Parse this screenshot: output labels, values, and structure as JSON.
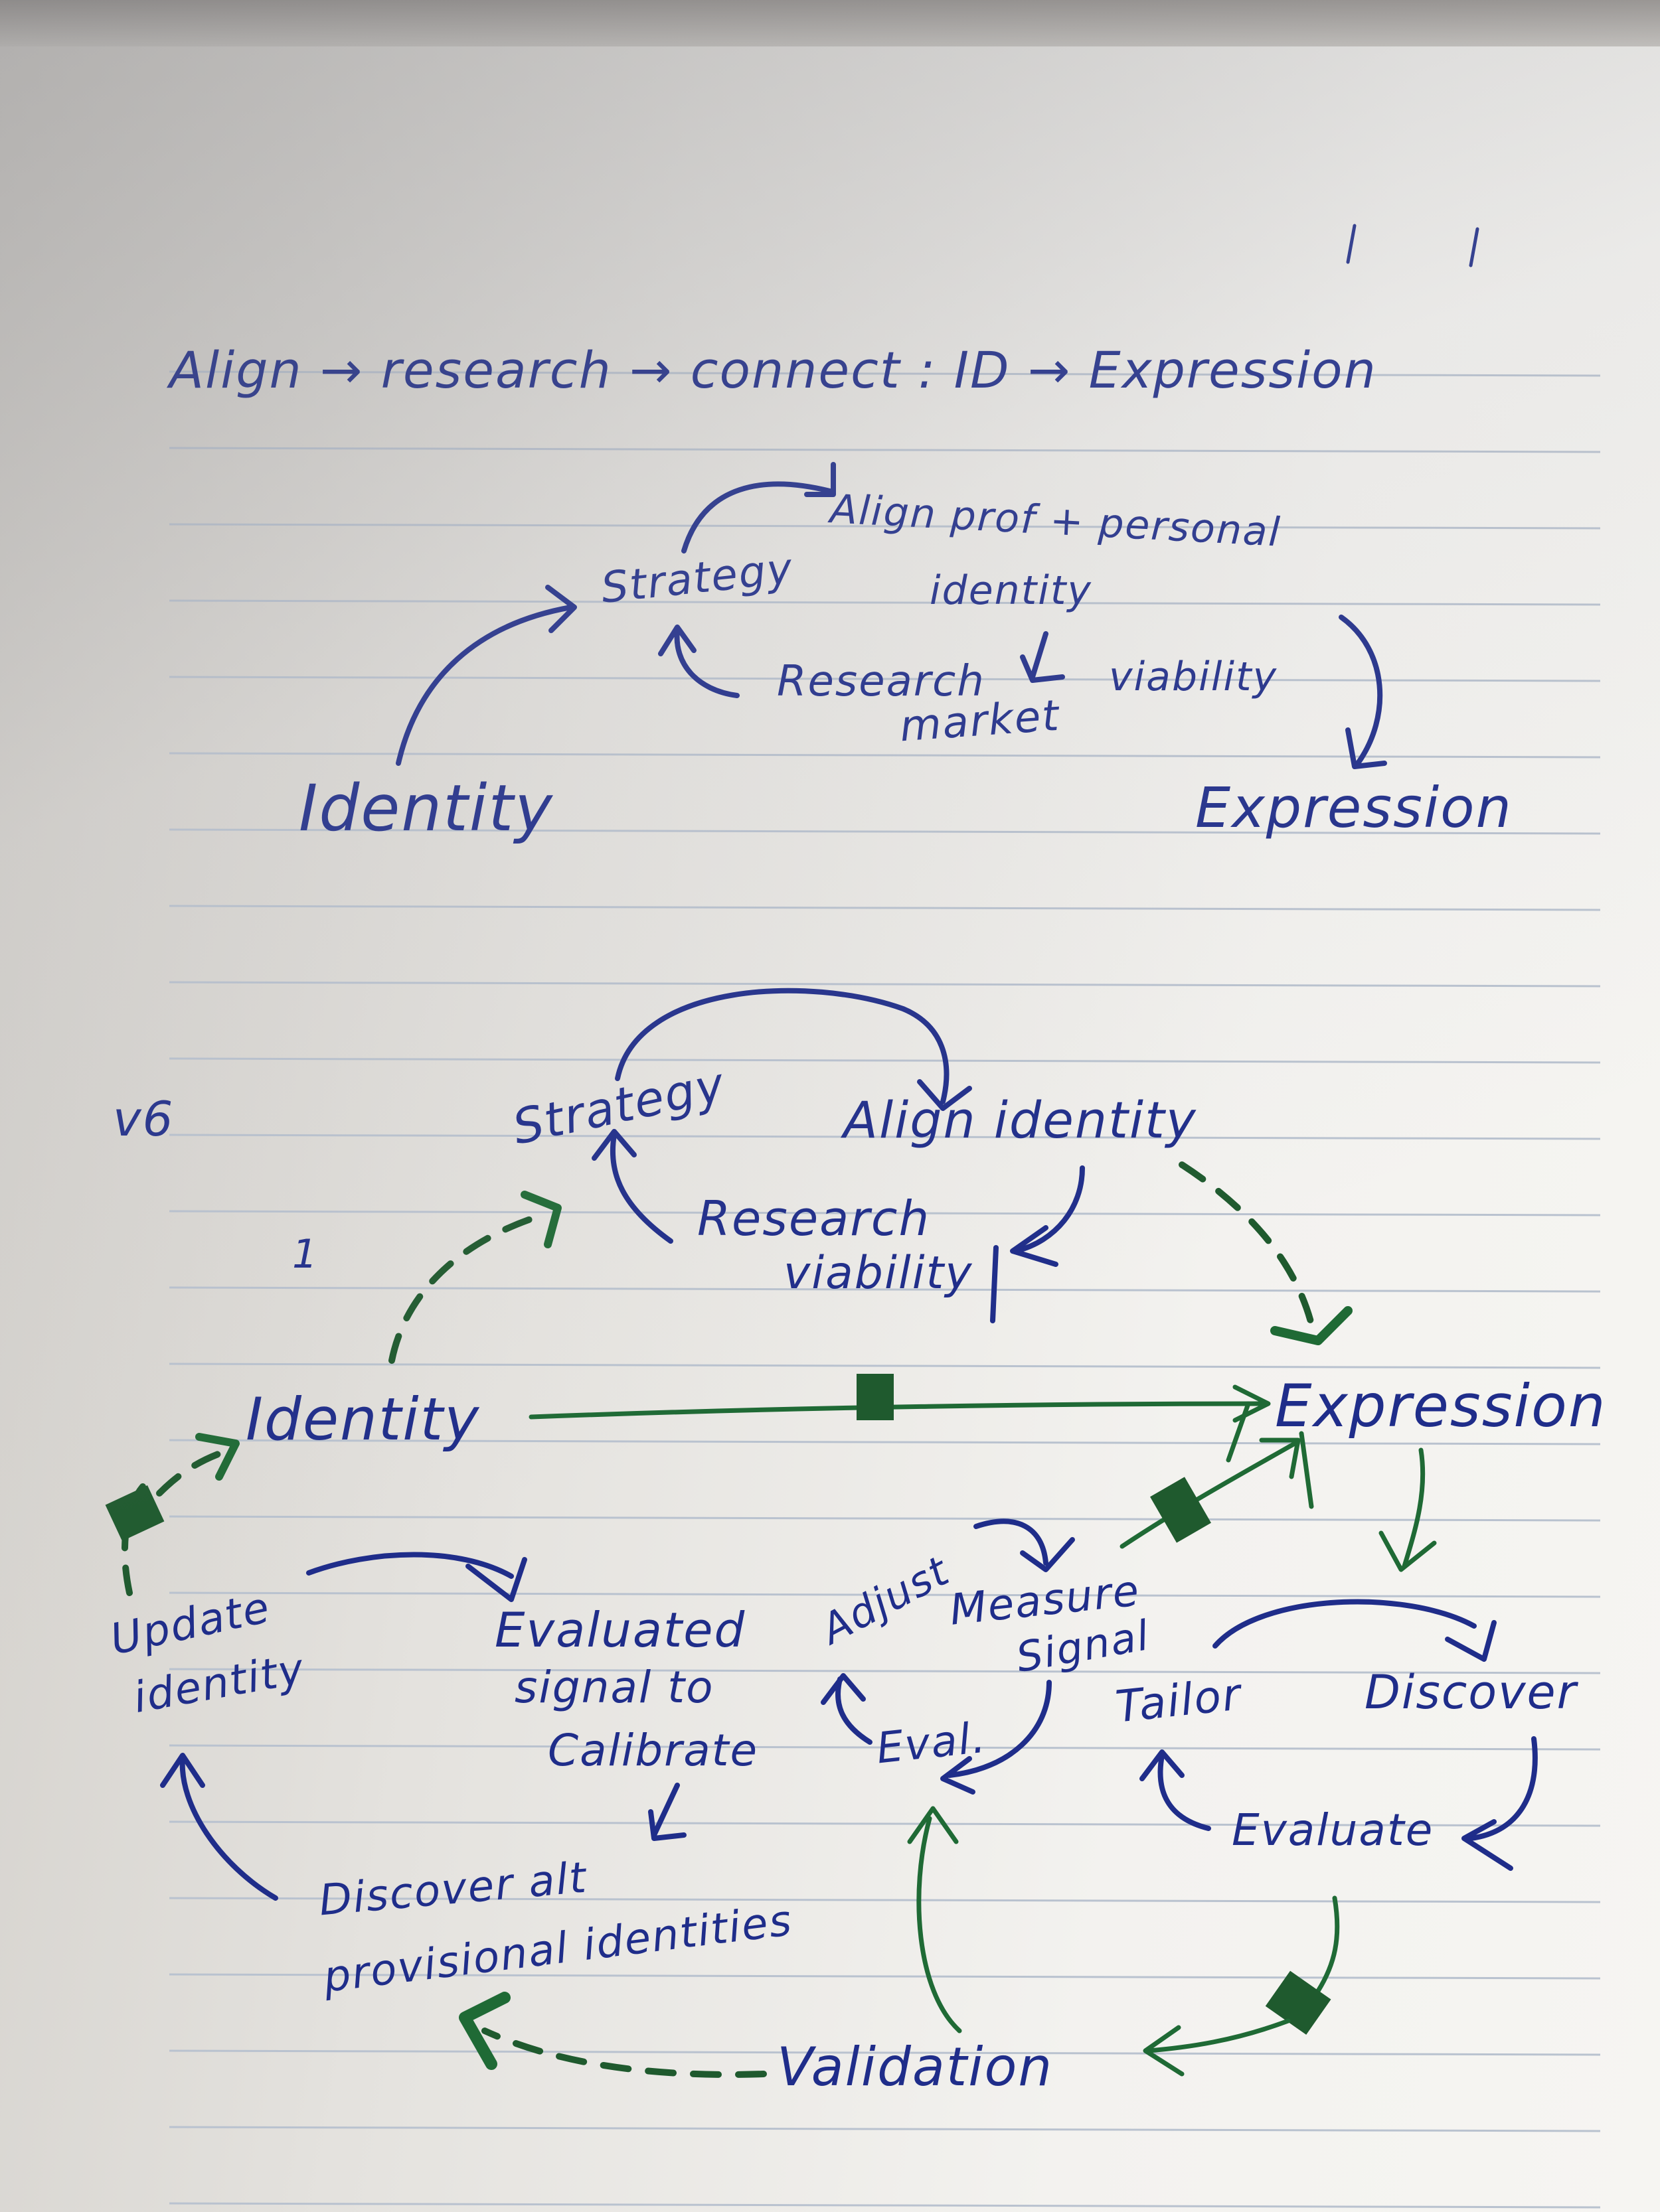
{
  "title": {
    "text": "Align → research → connect : ID → Expression"
  },
  "top_diagram": {
    "nodes": {
      "strategy": "Strategy",
      "align": "Align prof + personal",
      "align_cont": "identity",
      "research": "Research",
      "viability": "viability",
      "market": "market",
      "identity": "Identity",
      "expression": "Expression"
    }
  },
  "bottom_diagram": {
    "version": "v6",
    "margin_mark": "1",
    "nodes": {
      "strategy": "Strategy",
      "align_identity": "Align identity",
      "research": "Research",
      "viability": "viability",
      "identity": "Identity",
      "expression": "Expression",
      "update": "Update",
      "identity_small": "identity",
      "evaluated": "Evaluated",
      "signal_to": "signal to",
      "calibrate": "Calibrate",
      "adjust": "Adjust",
      "measure": "Measure",
      "signal": "Signal",
      "eval": "Eval.",
      "tailor": "Tailor",
      "discover": "Discover",
      "evaluate": "Evaluate",
      "discover_alt": "Discover alt",
      "provisional": "provisional identities",
      "validation": "Validation"
    }
  },
  "colors": {
    "ink_blue": "#1f2d8a",
    "ink_green": "#1f6a35",
    "rule": "#b9c2cf"
  }
}
